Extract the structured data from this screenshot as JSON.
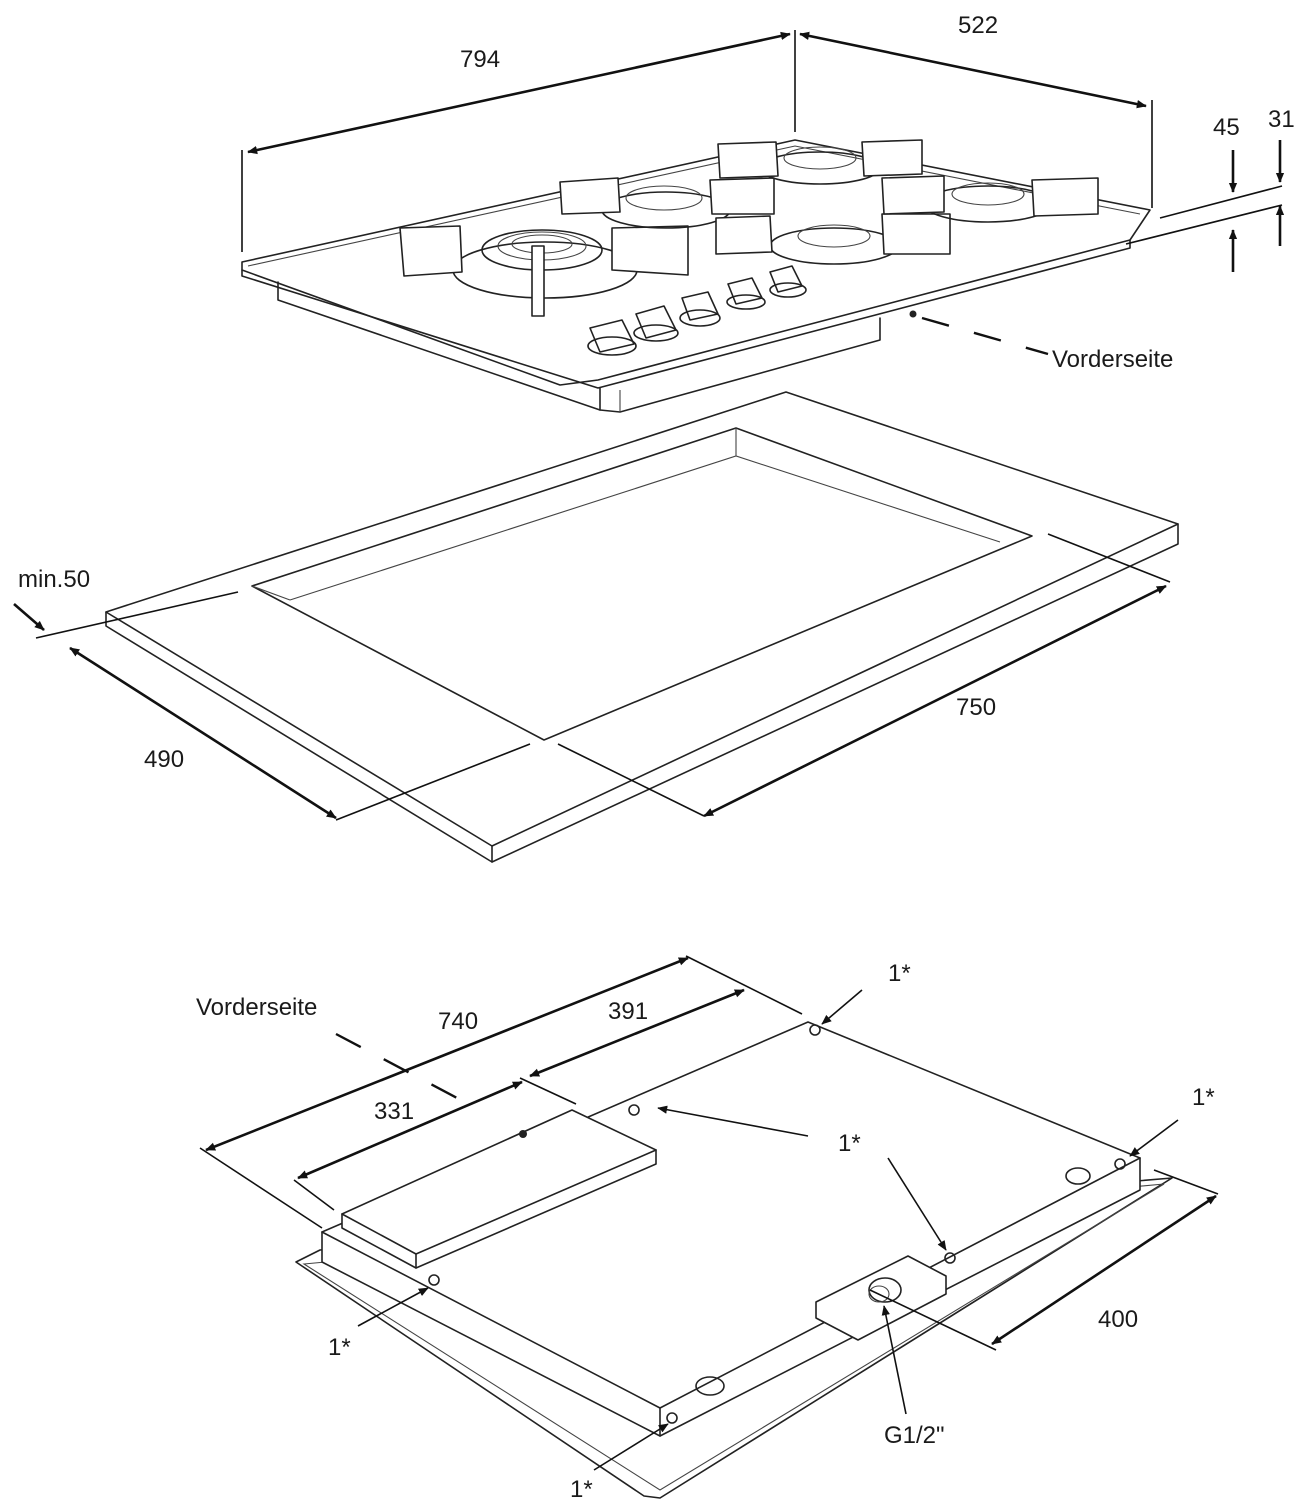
{
  "hob": {
    "width": "794",
    "depth": "522",
    "height_total": "45",
    "height_glass": "31",
    "front_label": "Vorderseite"
  },
  "cutout": {
    "min_distance": "min.50",
    "depth": "490",
    "width": "750"
  },
  "underside": {
    "front_label": "Vorderseite",
    "width": "740",
    "offset_a": "391",
    "offset_b": "331",
    "connection_offset": "400",
    "gas_connection": "G1/2\"",
    "fixing_point": "1*"
  }
}
